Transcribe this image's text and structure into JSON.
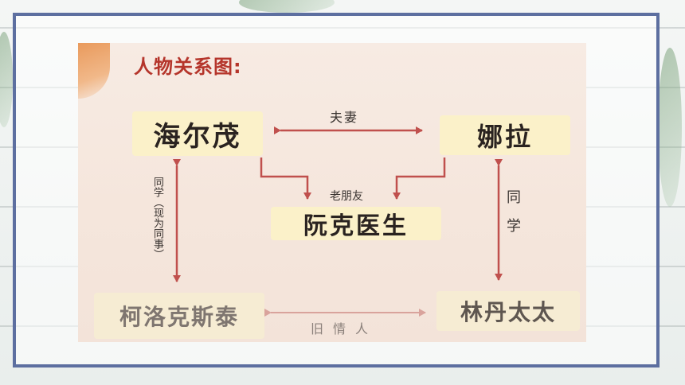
{
  "diagram": {
    "title": "人物关系图:",
    "nodes": {
      "helmer": "海尔茂",
      "nora": "娜拉",
      "rank": "阮克医生",
      "krogstad": "柯洛克斯泰",
      "linde": "林丹太太"
    },
    "relations": {
      "helmer_nora": "夫妻",
      "old_friend": "老朋友",
      "helmer_krogstad": "同学（现为同事）",
      "nora_linde": "同学",
      "krogstad_linde": "旧情人"
    }
  },
  "colors": {
    "arrow": "#c0504d",
    "arrow_faded": "#d9a39c",
    "title": "#b5352b",
    "node_bg": "#fbf1c9",
    "frame": "#5d6fa0"
  }
}
